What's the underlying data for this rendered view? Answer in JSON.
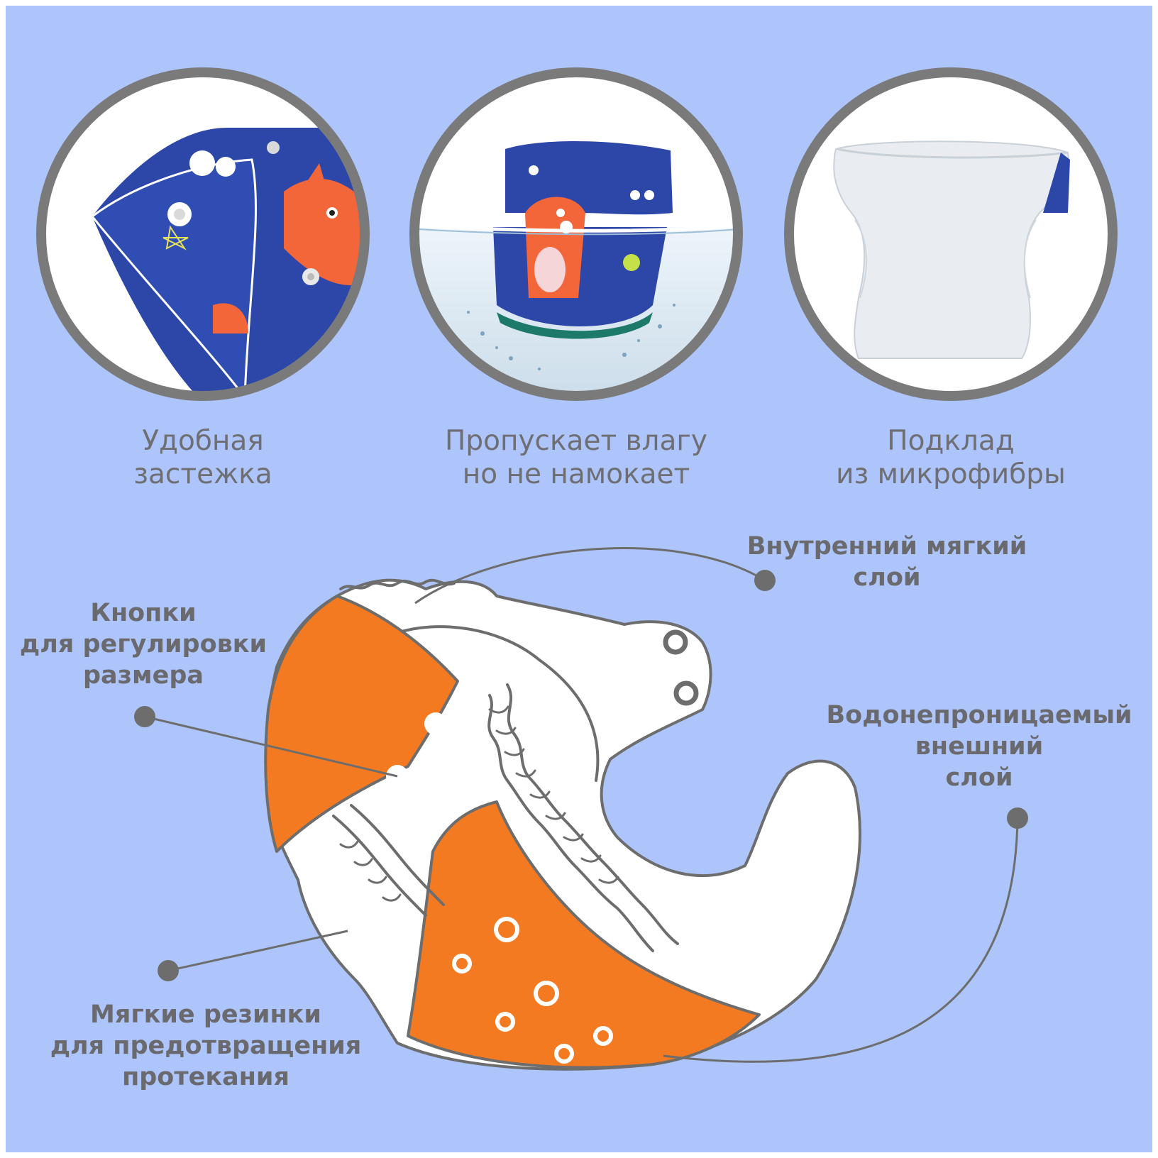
{
  "features": [
    {
      "line1": "Удобная",
      "line2": "застежка",
      "icon": "snap-button-closeup"
    },
    {
      "line1": "Пропускает влагу",
      "line2": "но не намокает",
      "icon": "diaper-in-water"
    },
    {
      "line1": "Подклад",
      "line2": "из микрофибры",
      "icon": "microfiber-lining"
    }
  ],
  "callouts": {
    "inner_layer": {
      "line1": "Внутренний мягкий",
      "line2": "слой"
    },
    "snaps": {
      "line1": "Кнопки",
      "line2": "для регулировки",
      "line3": "размера"
    },
    "outer_layer": {
      "line1": "Водонепроницаемый",
      "line2": "внешний",
      "line3": "слой"
    },
    "elastics": {
      "line1": "Мягкие резинки",
      "line2": "для предотвращения",
      "line3": "протекания"
    }
  },
  "colors": {
    "background": "#adc5fb",
    "circle_border": "#7a7a7a",
    "accent_orange": "#f47a22",
    "outline": "#6d6d6d",
    "navy_fabric": "#2c47a8"
  }
}
